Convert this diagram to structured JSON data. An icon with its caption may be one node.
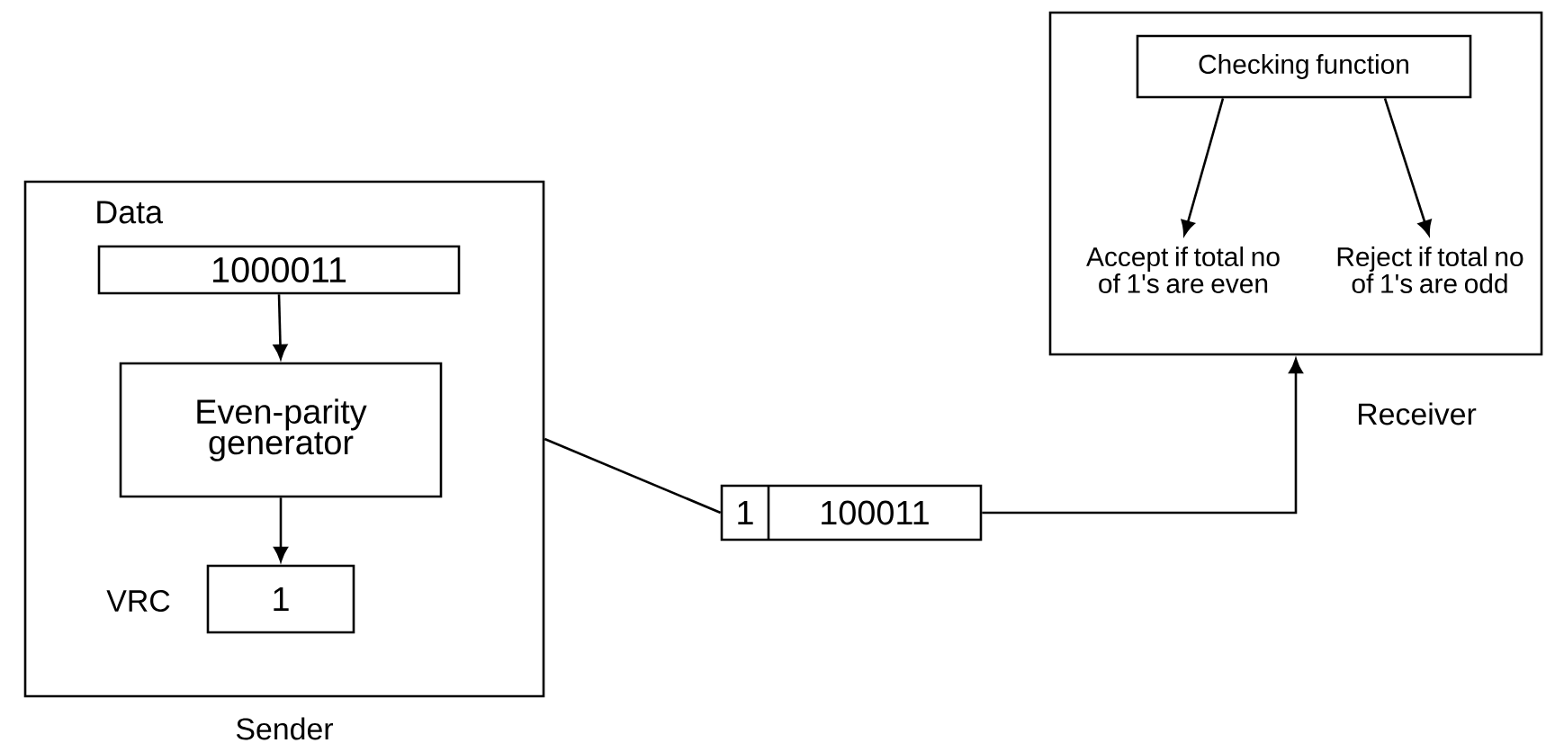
{
  "diagram": {
    "nodes": [
      {
        "text": [
          "Data"
        ],
        "beside": [
          "Sender"
        ]
      },
      {
        "text": [
          "1000011"
        ],
        "in": 0
      },
      {
        "text": [
          "Even-parity generator"
        ],
        "in": 0
      },
      {
        "text": [
          "1"
        ],
        "in": 0,
        "beside": [
          "VRC"
        ]
      },
      {
        "text": [
          "1",
          "100011"
        ]
      },
      {
        "text": [],
        "shape": "box",
        "beside": [
          "Receiver"
        ]
      },
      {
        "text": [
          "Checking function"
        ],
        "in": 5
      },
      {
        "text": [
          "Accept if total no of 1's are even"
        ],
        "in": 5
      },
      {
        "text": [
          "Reject if total no of 1's are odd"
        ],
        "in": 5
      }
    ],
    "edges": [
      {
        "from": 1,
        "to": 2,
        "arrow": "to"
      },
      {
        "from": 2,
        "to": 3,
        "arrow": "to"
      },
      {
        "from": 0,
        "to": 4,
        "arrow": "none"
      },
      {
        "from": 4,
        "to": 5,
        "arrow": "to"
      },
      {
        "from": 6,
        "to": 7,
        "arrow": "to"
      },
      {
        "from": 6,
        "to": 8,
        "arrow": "to"
      }
    ]
  }
}
